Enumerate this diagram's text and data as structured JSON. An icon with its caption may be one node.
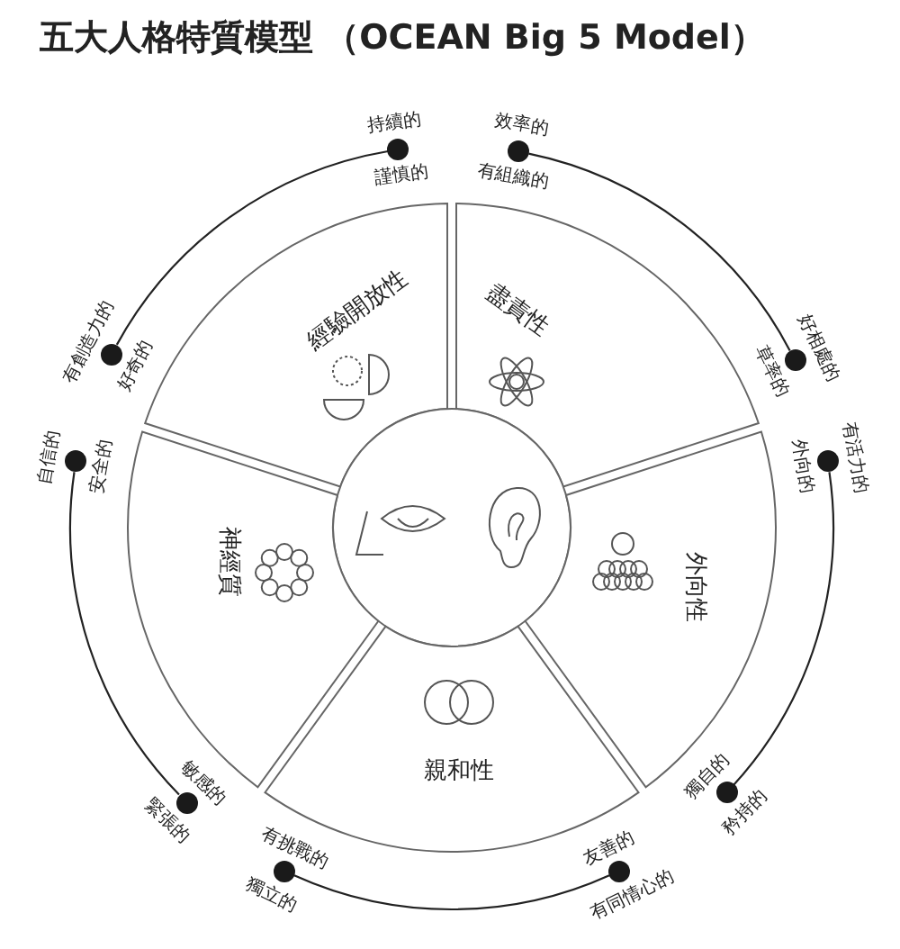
{
  "diagram": {
    "title": "五大人格特質模型 （OCEAN Big 5 Model）",
    "nodes": [
      {
        "text": [],
        "shape": "circle",
        "beside": [
          "持續的",
          "謹慎的"
        ]
      },
      {
        "text": [],
        "shape": "circle",
        "beside": [
          "效率的",
          "有組織的"
        ]
      },
      {
        "text": [],
        "shape": "circle",
        "beside": [
          "有創造力的",
          "好奇的"
        ]
      },
      {
        "text": [],
        "shape": "circle",
        "beside": [
          "好相處的",
          "草率的"
        ]
      },
      {
        "text": [
          "經驗開放性"
        ]
      },
      {
        "text": [
          "盡責性"
        ]
      },
      {
        "text": [],
        "shape": "circle"
      },
      {
        "text": [],
        "shape": "circle",
        "beside": [
          "自信的",
          "安全的"
        ]
      },
      {
        "text": [],
        "shape": "circle",
        "beside": [
          "有活力的",
          "外向的"
        ]
      },
      {
        "text": [
          "神經質"
        ]
      },
      {
        "text": [
          "外向性"
        ]
      },
      {
        "text": [
          "親和性"
        ]
      },
      {
        "text": [],
        "shape": "circle",
        "beside": [
          "敏感的",
          "緊張的"
        ]
      },
      {
        "text": [],
        "shape": "circle",
        "beside": [
          "獨自的",
          "矜持的"
        ]
      },
      {
        "text": [],
        "shape": "circle",
        "beside": [
          "有挑戰的",
          "獨立的"
        ]
      },
      {
        "text": [],
        "shape": "circle",
        "beside": [
          "友善的",
          "有同情心的"
        ]
      }
    ],
    "edges": [
      {
        "from": 0,
        "to": 2,
        "arrow": "none"
      },
      {
        "from": 1,
        "to": 3,
        "arrow": "none"
      },
      {
        "from": 8,
        "to": 13,
        "arrow": "none"
      },
      {
        "from": 15,
        "to": 14,
        "arrow": "none"
      },
      {
        "from": 12,
        "to": 7,
        "arrow": "none"
      }
    ]
  }
}
